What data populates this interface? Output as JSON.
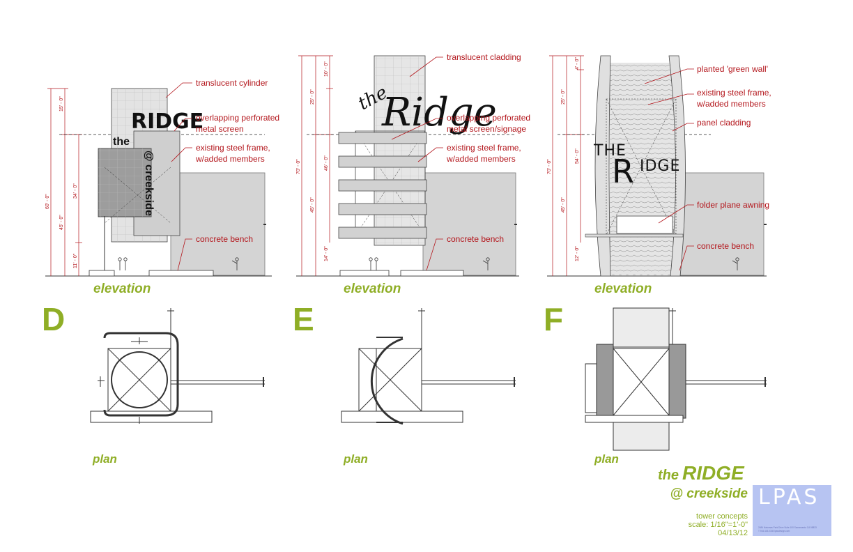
{
  "colors": {
    "annotation": "#b3151b",
    "accent_green": "#8fae26",
    "logo_blue": "#b7c4f2",
    "wall_gray": "#d4d4d4"
  },
  "concepts": [
    {
      "letter": "D",
      "elevation_label": "elevation",
      "plan_label": "plan",
      "sign": {
        "line1": "RIDGE",
        "line2": "the",
        "line3": "@ creekside"
      },
      "notes": [
        "translucent cylinder",
        "overlapping perforated",
        "metal screen",
        "existing steel frame,",
        "w/added members",
        "concrete bench"
      ],
      "dims": [
        "15' - 0\"",
        "60' - 0\"",
        "45' - 0\"",
        "34' - 0\"",
        "11' - 0\""
      ]
    },
    {
      "letter": "E",
      "elevation_label": "elevation",
      "plan_label": "plan",
      "sign": {
        "line1": "the",
        "line2": "Ridge"
      },
      "notes": [
        "translucent cladding",
        "overlapping perforated",
        "metal screen/signage",
        "existing steel frame,",
        "w/added members",
        "concrete bench"
      ],
      "dims": [
        "10' - 0\"",
        "25' - 0\"",
        "70' - 0\"",
        "46' - 0\"",
        "45' - 0\"",
        "14' - 0\""
      ]
    },
    {
      "letter": "F",
      "elevation_label": "elevation",
      "plan_label": "plan",
      "sign": {
        "line1": "THE",
        "line2": "R",
        "line3": "IDGE"
      },
      "notes": [
        "planted 'green wall'",
        "existing steel frame,",
        "w/added members",
        "panel cladding",
        "folder plane awning",
        "concrete bench"
      ],
      "dims": [
        "4' - 0\"",
        "25' - 0\"",
        "70' - 0\"",
        "54' - 0\"",
        "45' - 0\"",
        "12' - 0\""
      ]
    }
  ],
  "title_block": {
    "the": "the",
    "ridge": "RIDGE",
    "creekside": "@ creekside",
    "subtitle": "tower concepts",
    "scale": "scale: 1/16\"=1'-0\"",
    "date": "04/13/12",
    "logo": "LPAS",
    "logo_address": "2484 Natomas Park Drive Suite 100 Sacramento CA 95833",
    "logo_contact": "T 916.443.0335 lpasdesign.com"
  }
}
